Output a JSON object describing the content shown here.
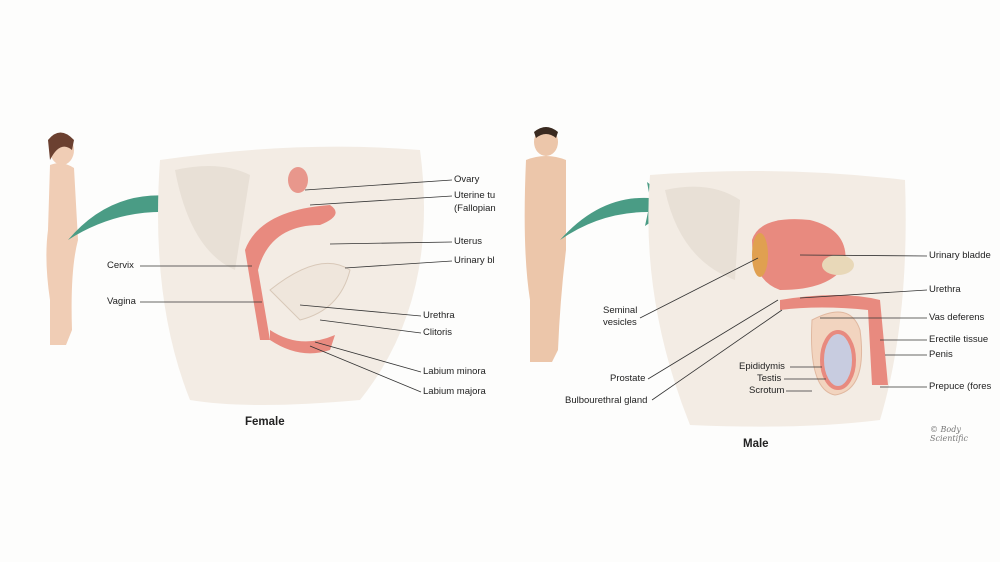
{
  "female": {
    "title": "Female",
    "labels": {
      "ovary": "Ovary",
      "uterine_tube_1": "Uterine tu",
      "uterine_tube_2": "(Fallopian",
      "uterus": "Uterus",
      "urinary_bladder": "Urinary bl",
      "cervix": "Cervix",
      "vagina": "Vagina",
      "urethra": "Urethra",
      "clitoris": "Clitoris",
      "labium_minora": "Labium minora",
      "labium_majora": "Labium majora"
    }
  },
  "male": {
    "title": "Male",
    "labels": {
      "urinary_bladder": "Urinary bladde",
      "urethra": "Urethra",
      "vas_deferens": "Vas deferens",
      "erectile_tissue": "Erectile tissue",
      "penis": "Penis",
      "prepuce": "Prepuce (fores",
      "seminal_vesicles_1": "Seminal",
      "seminal_vesicles_2": "vesicles",
      "prostate": "Prostate",
      "bulbourethral_gland": "Bulbourethral gland",
      "epididymis": "Epididymis",
      "testis": "Testis",
      "scrotum": "Scrotum"
    }
  },
  "copyright": "© Body Scientific",
  "colors": {
    "arrow": "#4a9c85",
    "tissue": "#e88a7f",
    "skin": "#f2d4bf",
    "bone": "#efe9e0"
  }
}
